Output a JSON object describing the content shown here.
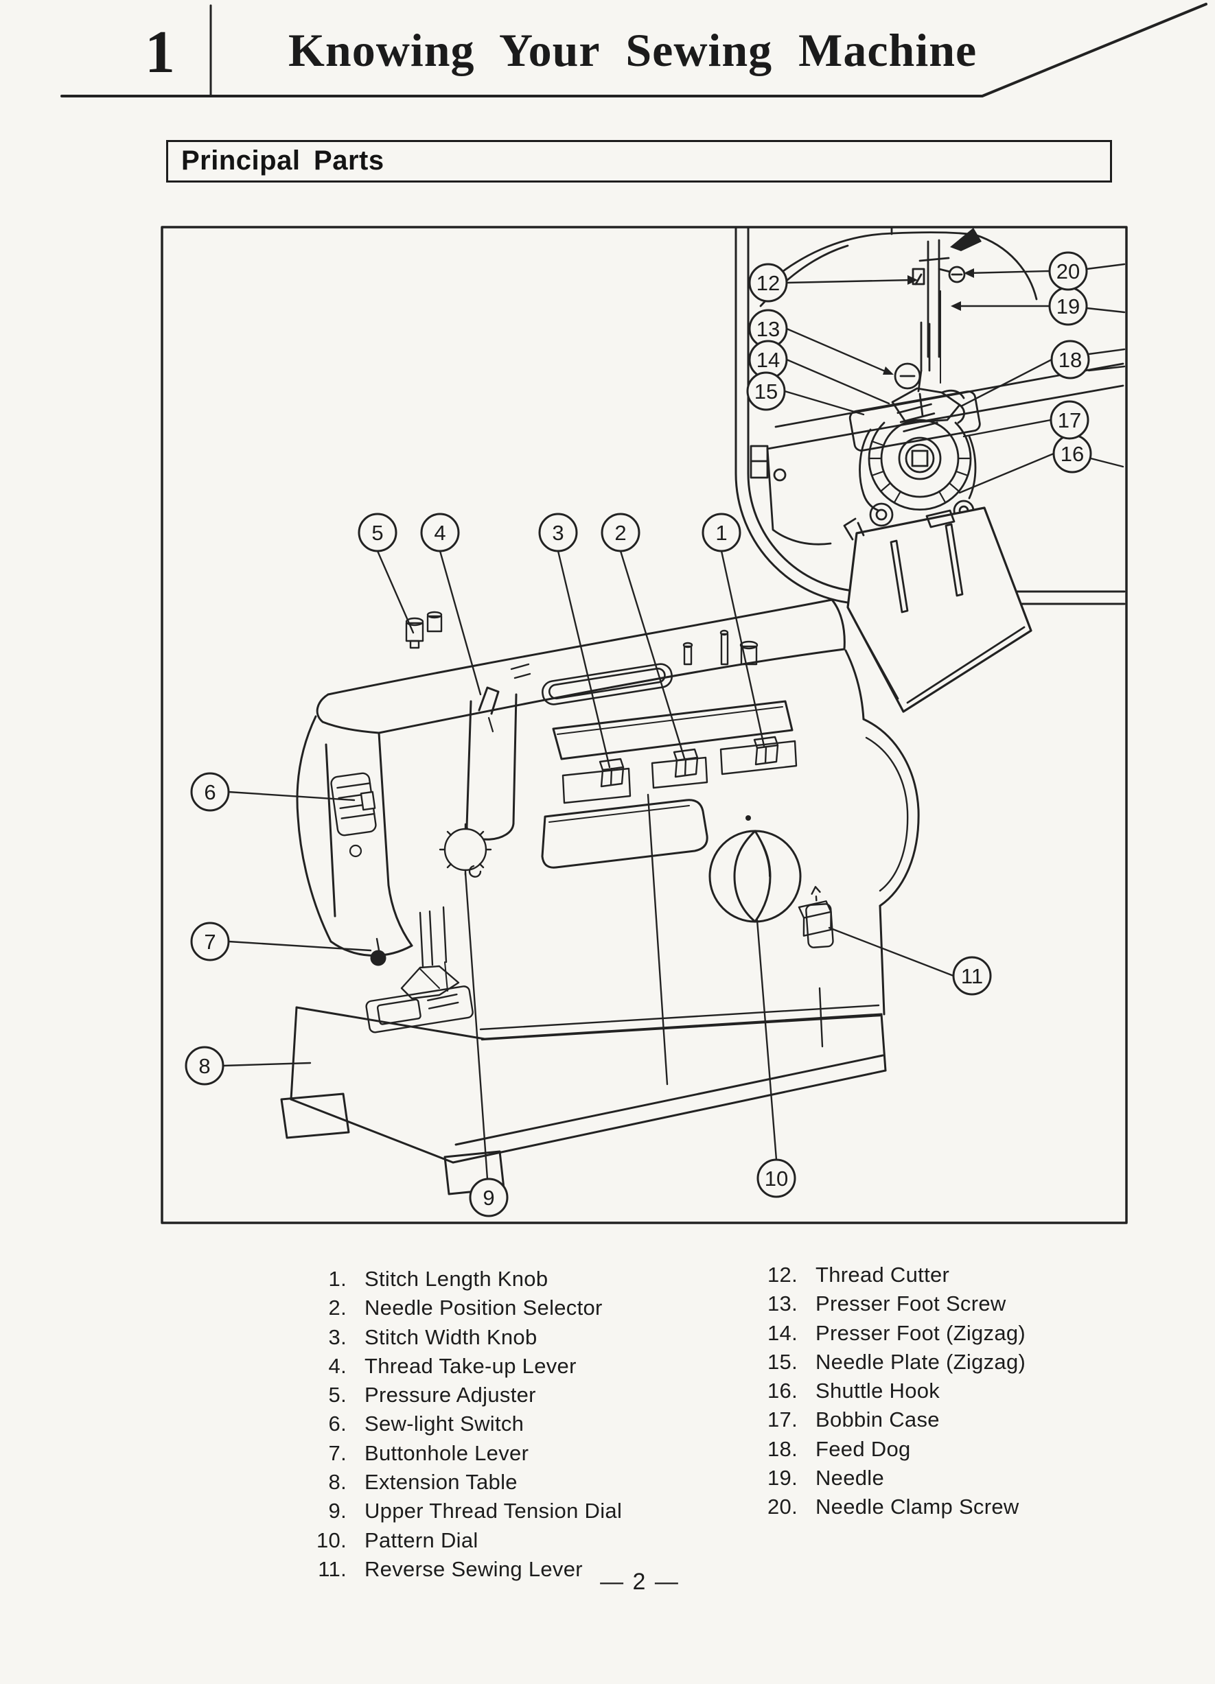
{
  "page": {
    "chapter_number": "1",
    "chapter_title": "Knowing Your Sewing Machine",
    "section_title": "Principal Parts",
    "page_number": "— 2 —"
  },
  "colors": {
    "ink": "#222222",
    "paper": "#f7f6f2"
  },
  "figure": {
    "description": "Line drawing of sewing machine with numbered callouts; inset detail of needle and shuttle area",
    "callout_labels": [
      "1",
      "2",
      "3",
      "4",
      "5",
      "6",
      "7",
      "8",
      "9",
      "10",
      "11",
      "12",
      "13",
      "14",
      "15",
      "16",
      "17",
      "18",
      "19",
      "20"
    ]
  },
  "parts_list": {
    "left_column": [
      {
        "num": "1.",
        "label": "Stitch Length Knob"
      },
      {
        "num": "2.",
        "label": "Needle Position Selector"
      },
      {
        "num": "3.",
        "label": "Stitch Width Knob"
      },
      {
        "num": "4.",
        "label": "Thread Take-up Lever"
      },
      {
        "num": "5.",
        "label": "Pressure Adjuster"
      },
      {
        "num": "6.",
        "label": "Sew-light Switch"
      },
      {
        "num": "7.",
        "label": "Buttonhole Lever"
      },
      {
        "num": "8.",
        "label": "Extension Table"
      },
      {
        "num": "9.",
        "label": "Upper Thread Tension Dial"
      },
      {
        "num": "10.",
        "label": "Pattern Dial"
      },
      {
        "num": "11.",
        "label": "Reverse Sewing Lever"
      }
    ],
    "right_column": [
      {
        "num": "12.",
        "label": "Thread Cutter"
      },
      {
        "num": "13.",
        "label": "Presser Foot Screw"
      },
      {
        "num": "14.",
        "label": "Presser Foot (Zigzag)"
      },
      {
        "num": "15.",
        "label": "Needle Plate (Zigzag)"
      },
      {
        "num": "16.",
        "label": "Shuttle Hook"
      },
      {
        "num": "17.",
        "label": "Bobbin Case"
      },
      {
        "num": "18.",
        "label": "Feed Dog"
      },
      {
        "num": "19.",
        "label": "Needle"
      },
      {
        "num": "20.",
        "label": "Needle Clamp Screw"
      }
    ]
  }
}
